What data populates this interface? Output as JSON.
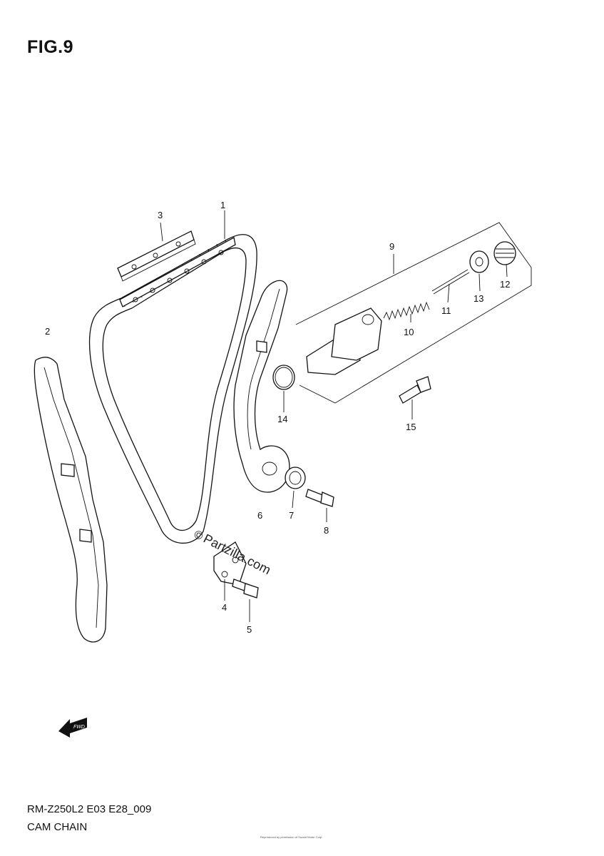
{
  "figure": {
    "title": "FIG.9",
    "model_code": "RM-Z250L2 E03 E28_009",
    "section_name": "CAM CHAIN",
    "footer_copyright": "Reproduced by permission of Suzuki Motor Corp.",
    "watermark": "Partzilla.com",
    "watermark_symbol": "©",
    "forward_arrow_text": "FWD"
  },
  "callouts": [
    {
      "id": "1",
      "label": "1"
    },
    {
      "id": "2",
      "label": "2"
    },
    {
      "id": "3",
      "label": "3"
    },
    {
      "id": "4",
      "label": "4"
    },
    {
      "id": "5",
      "label": "5"
    },
    {
      "id": "6",
      "label": "6"
    },
    {
      "id": "7",
      "label": "7"
    },
    {
      "id": "8",
      "label": "8"
    },
    {
      "id": "9",
      "label": "9"
    },
    {
      "id": "10",
      "label": "10"
    },
    {
      "id": "11",
      "label": "11"
    },
    {
      "id": "12",
      "label": "12"
    },
    {
      "id": "13",
      "label": "13"
    },
    {
      "id": "14",
      "label": "14"
    },
    {
      "id": "15",
      "label": "15"
    }
  ]
}
